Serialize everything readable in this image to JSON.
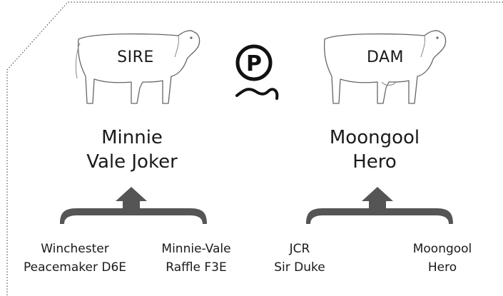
{
  "sire": {
    "label": "SIRE",
    "name": "Minnie\nVale Joker",
    "parents": [
      {
        "name": "Winchester\nPeacemaker D6E"
      },
      {
        "name": "Minnie-Vale\nRaffle F3E"
      }
    ]
  },
  "dam": {
    "label": "DAM",
    "name": "Moongool\nHero",
    "parents": [
      {
        "name": "JCR\nSir Duke"
      },
      {
        "name": "Moongool\nHero"
      }
    ]
  },
  "logo": {
    "letter": "P",
    "icon": "polled-icon"
  },
  "colors": {
    "brace": "#555555",
    "text": "#1a1a1a",
    "cow_outline": "#666666",
    "frame": "#555555"
  }
}
